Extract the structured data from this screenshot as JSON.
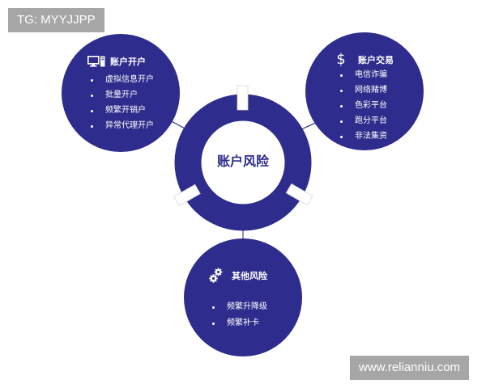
{
  "watermarks": {
    "top": "TG: MYYJJPP",
    "bottom": "www.relianniu.com"
  },
  "colors": {
    "primary": "#2e2c8c",
    "background": "#ffffff",
    "watermark_bg": "#a6a6a6",
    "connector": "#2e2c8c",
    "gap_border": "#d8d8d8"
  },
  "center": {
    "label": "账户风险"
  },
  "nodes": {
    "account_opening": {
      "icon": "computer-icon",
      "title": "账户开户",
      "items": [
        "虚拟信息开户",
        "批量开户",
        "频繁开销户",
        "异常代理开户"
      ]
    },
    "account_trading": {
      "icon": "dollar-icon",
      "icon_glyph": "$",
      "title": "账户交易",
      "items": [
        "电信诈骗",
        "网络赌博",
        "色彩平台",
        "跑分平台",
        "非法集资"
      ]
    },
    "other_risks": {
      "icon": "gears-icon",
      "title": "其他风险",
      "items": [
        "频繁升降级",
        "频繁补卡"
      ]
    }
  }
}
